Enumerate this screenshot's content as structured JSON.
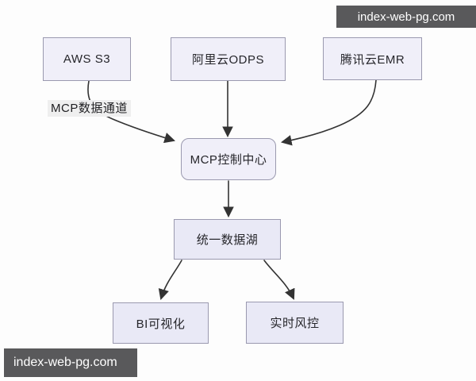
{
  "watermarks": {
    "top_right": "index-web-pg.com",
    "bottom_left": "index-web-pg.com"
  },
  "diagram": {
    "type": "flowchart",
    "nodes": [
      {
        "id": "aws-s3",
        "label": "AWS S3"
      },
      {
        "id": "aliyun-odps",
        "label": "阿里云ODPS"
      },
      {
        "id": "tencent-emr",
        "label": "腾讯云EMR"
      },
      {
        "id": "mcp-control-center",
        "label": "MCP控制中心"
      },
      {
        "id": "unified-data-lake",
        "label": "统一数据湖"
      },
      {
        "id": "bi-visualization",
        "label": "BI可视化"
      },
      {
        "id": "realtime-risk-control",
        "label": "实时风控"
      }
    ],
    "edges": [
      {
        "from": "aws-s3",
        "to": "mcp-control-center",
        "label": "MCP数据通道"
      },
      {
        "from": "aliyun-odps",
        "to": "mcp-control-center",
        "label": ""
      },
      {
        "from": "tencent-emr",
        "to": "mcp-control-center",
        "label": ""
      },
      {
        "from": "mcp-control-center",
        "to": "unified-data-lake",
        "label": ""
      },
      {
        "from": "unified-data-lake",
        "to": "bi-visualization",
        "label": ""
      },
      {
        "from": "unified-data-lake",
        "to": "realtime-risk-control",
        "label": ""
      }
    ]
  },
  "colors": {
    "node_fill": "#F0EFF9",
    "node_fill_alt": "#E9E9F6",
    "node_border": "#9A99AF",
    "node_text": "#26262B",
    "arrow": "#333333",
    "edge_label_bg": "#EFEFEF",
    "watermark_bg": "#59595B",
    "watermark_text": "#FFFFFF"
  }
}
